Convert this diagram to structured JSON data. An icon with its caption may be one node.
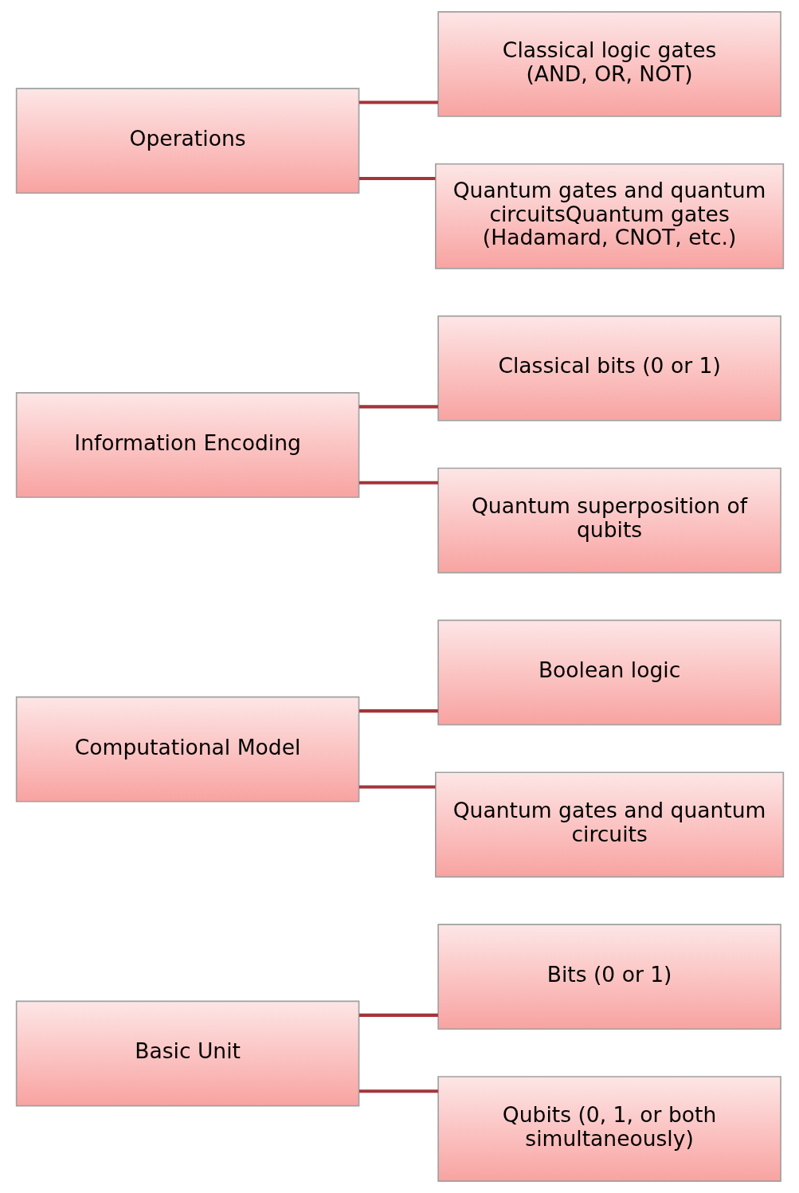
{
  "diagram": {
    "nodes": [
      {
        "text": [
          "Basic Unit"
        ]
      },
      {
        "text": [
          "Bits (0 or 1)"
        ]
      },
      {
        "text": [
          "Qubits (0, 1, or both simultaneously)"
        ]
      },
      {
        "text": [
          "Computational Model"
        ]
      },
      {
        "text": [
          "Boolean logic"
        ]
      },
      {
        "text": [
          "Quantum gates and quantum circuits"
        ]
      },
      {
        "text": [
          "Information Encoding"
        ]
      },
      {
        "text": [
          "Classical bits (0 or 1)"
        ]
      },
      {
        "text": [
          "Quantum superposition of qubits"
        ]
      },
      {
        "text": [
          "Operations"
        ]
      },
      {
        "text": [
          "Classical logic gates (AND, OR, NOT)"
        ]
      },
      {
        "text": [
          "Quantum gates and quantum circuitsQuantum gates (Hadamard, CNOT, etc.)"
        ]
      }
    ],
    "edges": [
      {
        "from": 0,
        "to": 1,
        "arrow": "none"
      },
      {
        "from": 0,
        "to": 2,
        "arrow": "none"
      },
      {
        "from": 3,
        "to": 4,
        "arrow": "none"
      },
      {
        "from": 3,
        "to": 5,
        "arrow": "none"
      },
      {
        "from": 6,
        "to": 7,
        "arrow": "none"
      },
      {
        "from": 6,
        "to": 8,
        "arrow": "none"
      },
      {
        "from": 9,
        "to": 10,
        "arrow": "none"
      },
      {
        "from": 9,
        "to": 11,
        "arrow": "none"
      }
    ]
  }
}
